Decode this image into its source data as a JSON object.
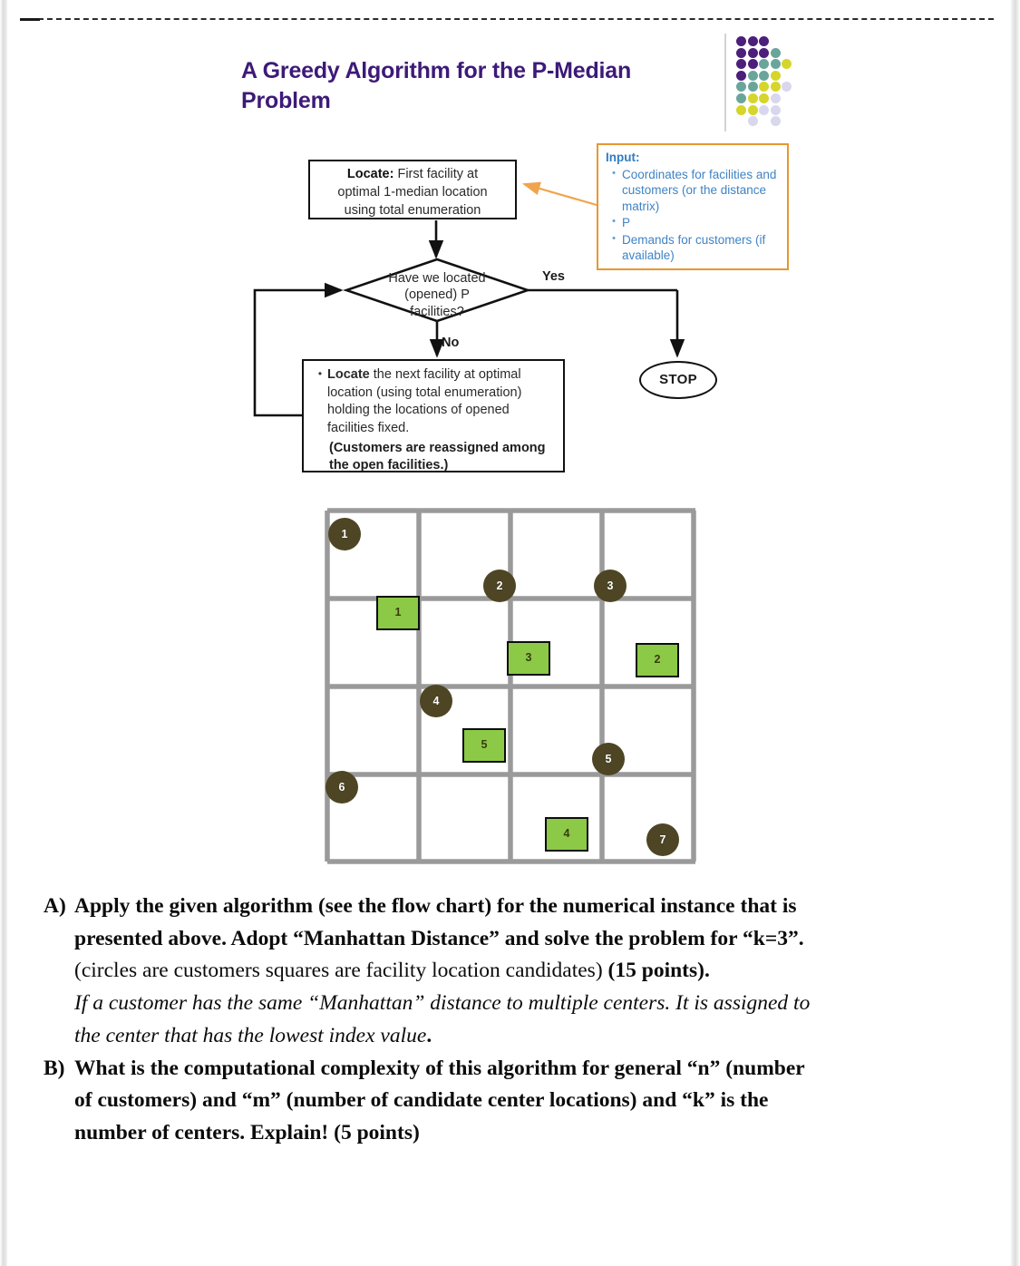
{
  "page": {
    "title": "A Greedy Algorithm for the P-Median Problem"
  },
  "logo": {
    "name": "dot-matrix-logo",
    "colors": {
      "purple": "#4b1f7a",
      "teal": "#6aa59b",
      "yellow": "#d6d52b",
      "lavender": "#d9d7ee"
    },
    "dots": [
      {
        "r": 0,
        "c": 0,
        "color": "purple"
      },
      {
        "r": 0,
        "c": 1,
        "color": "purple"
      },
      {
        "r": 0,
        "c": 2,
        "color": "purple"
      },
      {
        "r": 1,
        "c": 0,
        "color": "purple"
      },
      {
        "r": 1,
        "c": 1,
        "color": "purple"
      },
      {
        "r": 1,
        "c": 2,
        "color": "purple"
      },
      {
        "r": 1,
        "c": 3,
        "color": "teal"
      },
      {
        "r": 2,
        "c": 0,
        "color": "purple"
      },
      {
        "r": 2,
        "c": 1,
        "color": "purple"
      },
      {
        "r": 2,
        "c": 2,
        "color": "teal"
      },
      {
        "r": 2,
        "c": 3,
        "color": "teal"
      },
      {
        "r": 2,
        "c": 4,
        "color": "yellow"
      },
      {
        "r": 3,
        "c": 0,
        "color": "purple"
      },
      {
        "r": 3,
        "c": 1,
        "color": "teal"
      },
      {
        "r": 3,
        "c": 2,
        "color": "teal"
      },
      {
        "r": 3,
        "c": 3,
        "color": "yellow"
      },
      {
        "r": 4,
        "c": 0,
        "color": "teal"
      },
      {
        "r": 4,
        "c": 1,
        "color": "teal"
      },
      {
        "r": 4,
        "c": 2,
        "color": "yellow"
      },
      {
        "r": 4,
        "c": 3,
        "color": "yellow"
      },
      {
        "r": 4,
        "c": 4,
        "color": "lavender"
      },
      {
        "r": 5,
        "c": 0,
        "color": "teal"
      },
      {
        "r": 5,
        "c": 1,
        "color": "yellow"
      },
      {
        "r": 5,
        "c": 2,
        "color": "yellow"
      },
      {
        "r": 5,
        "c": 3,
        "color": "lavender"
      },
      {
        "r": 6,
        "c": 0,
        "color": "yellow"
      },
      {
        "r": 6,
        "c": 1,
        "color": "yellow"
      },
      {
        "r": 6,
        "c": 2,
        "color": "lavender"
      },
      {
        "r": 6,
        "c": 3,
        "color": "lavender"
      },
      {
        "r": 7,
        "c": 1,
        "color": "lavender"
      },
      {
        "r": 7,
        "c": 3,
        "color": "lavender"
      }
    ]
  },
  "flowchart": {
    "locate_box": {
      "bold_lead": "Locate:",
      "line1_rest": " First facility at",
      "line2": "optimal 1-median location",
      "line3": "using total enumeration"
    },
    "input_box": {
      "title": "Input:",
      "items": [
        "Coordinates for facilities and customers (or the distance matrix)",
        "P",
        "Demands for customers (if available)"
      ],
      "border_color": "#e8972e",
      "text_color": "#3f83c4"
    },
    "decision": {
      "line1": "Have we located",
      "line2": "(opened) P",
      "line3": "facilities?"
    },
    "yes_label": "Yes",
    "no_label": "No",
    "stop_label": "STOP",
    "next_box": {
      "bold_lead": "Locate",
      "rest": " the next facility at optimal location (using total enumeration) holding the locations of opened facilities fixed.",
      "note": "(Customers are reassigned among the open facilities.)"
    }
  },
  "chart_data": {
    "type": "scatter",
    "title": "P-median numerical instance grid",
    "grid": {
      "rows": 4,
      "cols": 4,
      "x_range": [
        0,
        4
      ],
      "y_range": [
        0,
        4
      ]
    },
    "legend": [
      "circles = customers",
      "squares = facility location candidates"
    ],
    "customer_color": "#4d4524",
    "facility_color": "#8cc947",
    "series": [
      {
        "name": "customers",
        "shape": "circle",
        "points": [
          {
            "label": "1",
            "x": 0.08,
            "y": 3.82
          },
          {
            "label": "2",
            "x": 1.78,
            "y": 3.25
          },
          {
            "label": "3",
            "x": 2.98,
            "y": 3.25
          },
          {
            "label": "4",
            "x": 1.06,
            "y": 1.98
          },
          {
            "label": "5",
            "x": 2.96,
            "y": 1.35
          },
          {
            "label": "6",
            "x": 0.05,
            "y": 1.05
          },
          {
            "label": "7",
            "x": 3.86,
            "y": 0.12
          }
        ]
      },
      {
        "name": "facilities",
        "shape": "square",
        "points": [
          {
            "label": "1",
            "x": 0.62,
            "y": 3.0
          },
          {
            "label": "2",
            "x": 3.82,
            "y": 2.35
          },
          {
            "label": "3",
            "x": 2.15,
            "y": 2.38
          },
          {
            "label": "4",
            "x": 2.58,
            "y": 0.2
          },
          {
            "label": "5",
            "x": 1.6,
            "y": 1.28
          }
        ]
      }
    ]
  },
  "questions": [
    {
      "mark": "A)",
      "lines": [
        {
          "style": "bold",
          "text": "Apply the given algorithm (see the flow chart) for the numerical instance that is"
        },
        {
          "style": "bold",
          "text": "presented above. Adopt “Manhattan Distance” and solve the problem for “k=3”."
        },
        {
          "style": "mixed",
          "normal": "(circles are customers squares are facility location candidates) ",
          "bold": "(15 points)."
        },
        {
          "style": "italic",
          "text": "If a customer has the same “Manhattan” distance to multiple centers. It is assigned to"
        },
        {
          "style": "italic-bold-end",
          "italic": "the center that has the lowest index value",
          "bold": "."
        }
      ]
    },
    {
      "mark": "B)",
      "lines": [
        {
          "style": "bold",
          "text": "What is the computational complexity of this algorithm for general “n” (number"
        },
        {
          "style": "bold",
          "text": "of customers) and “m” (number of candidate center locations) and “k” is the"
        },
        {
          "style": "bold",
          "text": "number of centers. Explain! (5 points)"
        }
      ]
    }
  ]
}
